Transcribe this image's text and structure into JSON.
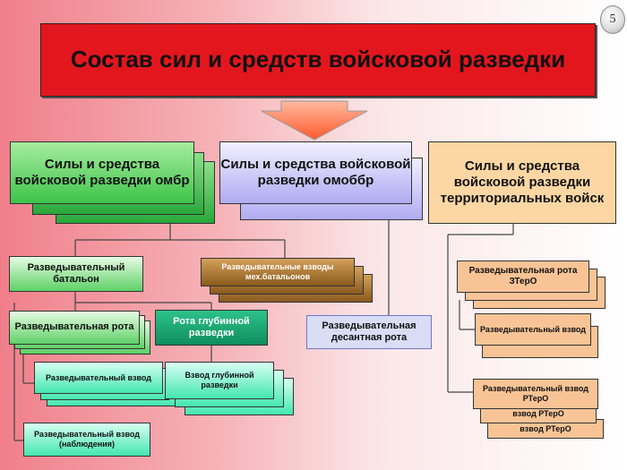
{
  "slide_number": "5",
  "title": "Состав сил и средств войсковой разведки",
  "colors": {
    "title_bg": "#e3161e",
    "green": "#3ec44a",
    "lavender": "#b0acf2",
    "peach": "#fcd7a3"
  },
  "nodes": {
    "omb": "Силы и средства войсковой разведки омбр",
    "omobbr": "Силы и средства войсковой разведки омоббр",
    "territorial": "Силы и средства войсковой разведки территориальных войск",
    "recon_battalion": "Разведывательный батальон",
    "mech_battalion_platoons": "Разведывательные взводы мех.батальонов",
    "recon_company": "Разведывательная рота",
    "deep_recon_company": "Рота глубинной разведки",
    "airborne_recon_company": "Разведывательная десантная рота",
    "recon_platoon": "Разведывательный взвод",
    "deep_recon_platoon": "Взвод глубинной разведки",
    "observation_platoon": "Разведывательный взвод (наблюдения)",
    "terr_recon_company": "Разведывательная рота ЗТерО",
    "terr_recon_platoon": "Разведывательный взвод",
    "rtero_platoon": "Разведывательный взвод РТерО",
    "rtero_platoon_2": "взвод РТерО",
    "rtero_platoon_3": "взвод РТерО"
  }
}
